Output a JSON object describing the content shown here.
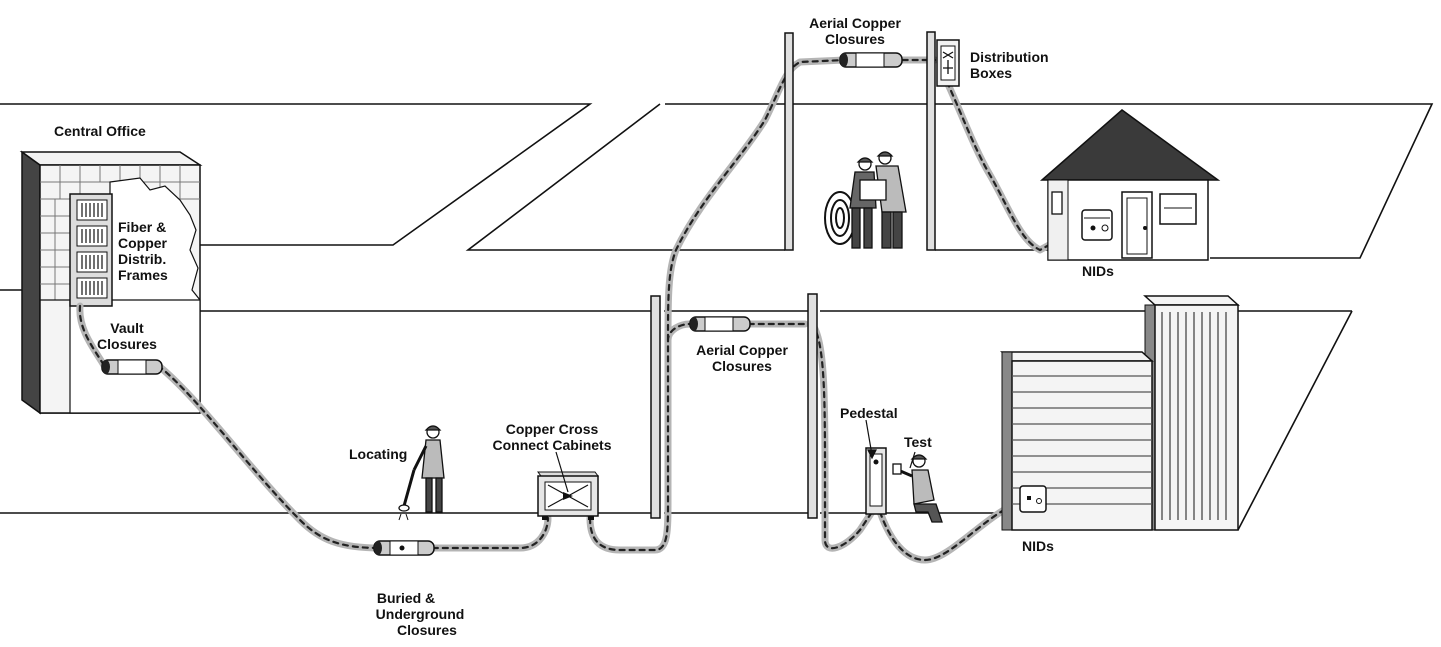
{
  "labels": {
    "central_office": "Central Office",
    "distribution_frames": [
      "Fiber &",
      "Copper",
      "Distrib.",
      "Frames"
    ],
    "vault_closures": [
      "Vault",
      "Closures"
    ],
    "aerial_copper_top": [
      "Aerial Copper",
      "Closures"
    ],
    "distribution_boxes": [
      "Distribution",
      "Boxes"
    ],
    "nids_house": "NIDs",
    "locating": "Locating",
    "copper_cross_connect": [
      "Copper Cross",
      "Connect Cabinets"
    ],
    "aerial_copper_mid": [
      "Aerial Copper",
      "Closures"
    ],
    "pedestal": "Pedestal",
    "test": "Test",
    "nids_building": "NIDs",
    "buried_closures": [
      "Buried &",
      "Underground",
      "Closures"
    ]
  },
  "colors": {
    "line": "#111111",
    "cable": "#aaaaaa",
    "roof": "#3a3a3a",
    "building_wall": "#e8e8e8",
    "dark_side": "#444444",
    "accent_fill": "#ffffff"
  },
  "icons": [
    "central-office-building",
    "distribution-frame-rack",
    "utility-pole",
    "cable-closure",
    "distribution-box",
    "house",
    "office-building",
    "cross-connect-cabinet",
    "pedestal",
    "technician-figure",
    "cable-reel",
    "nid-box"
  ]
}
